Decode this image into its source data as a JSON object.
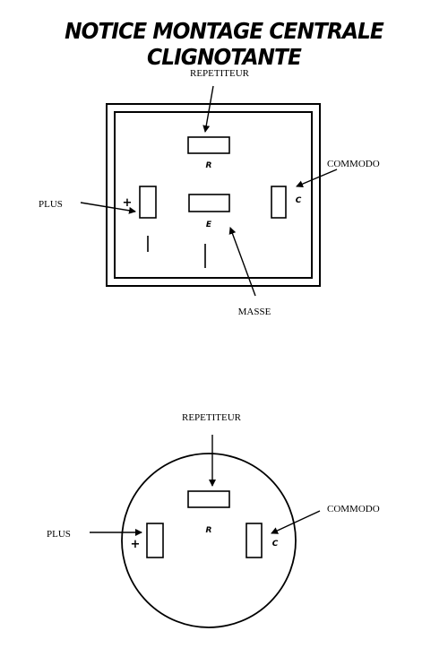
{
  "title": "NOTICE MONTAGE CENTRALE CLIGNOTANTE",
  "square_diagram": {
    "label_repetiteur": "REPETITEUR",
    "label_commodo": "COMMODO",
    "label_plus": "PLUS",
    "label_masse": "MASSE",
    "pin_r": "R",
    "pin_c": "C",
    "pin_plus": "+",
    "pin_e": "E"
  },
  "round_diagram": {
    "label_repetiteur": "REPETITEUR",
    "label_commodo": "COMMODO",
    "label_plus": "PLUS",
    "pin_r": "R",
    "pin_c": "C",
    "pin_plus": "+"
  }
}
